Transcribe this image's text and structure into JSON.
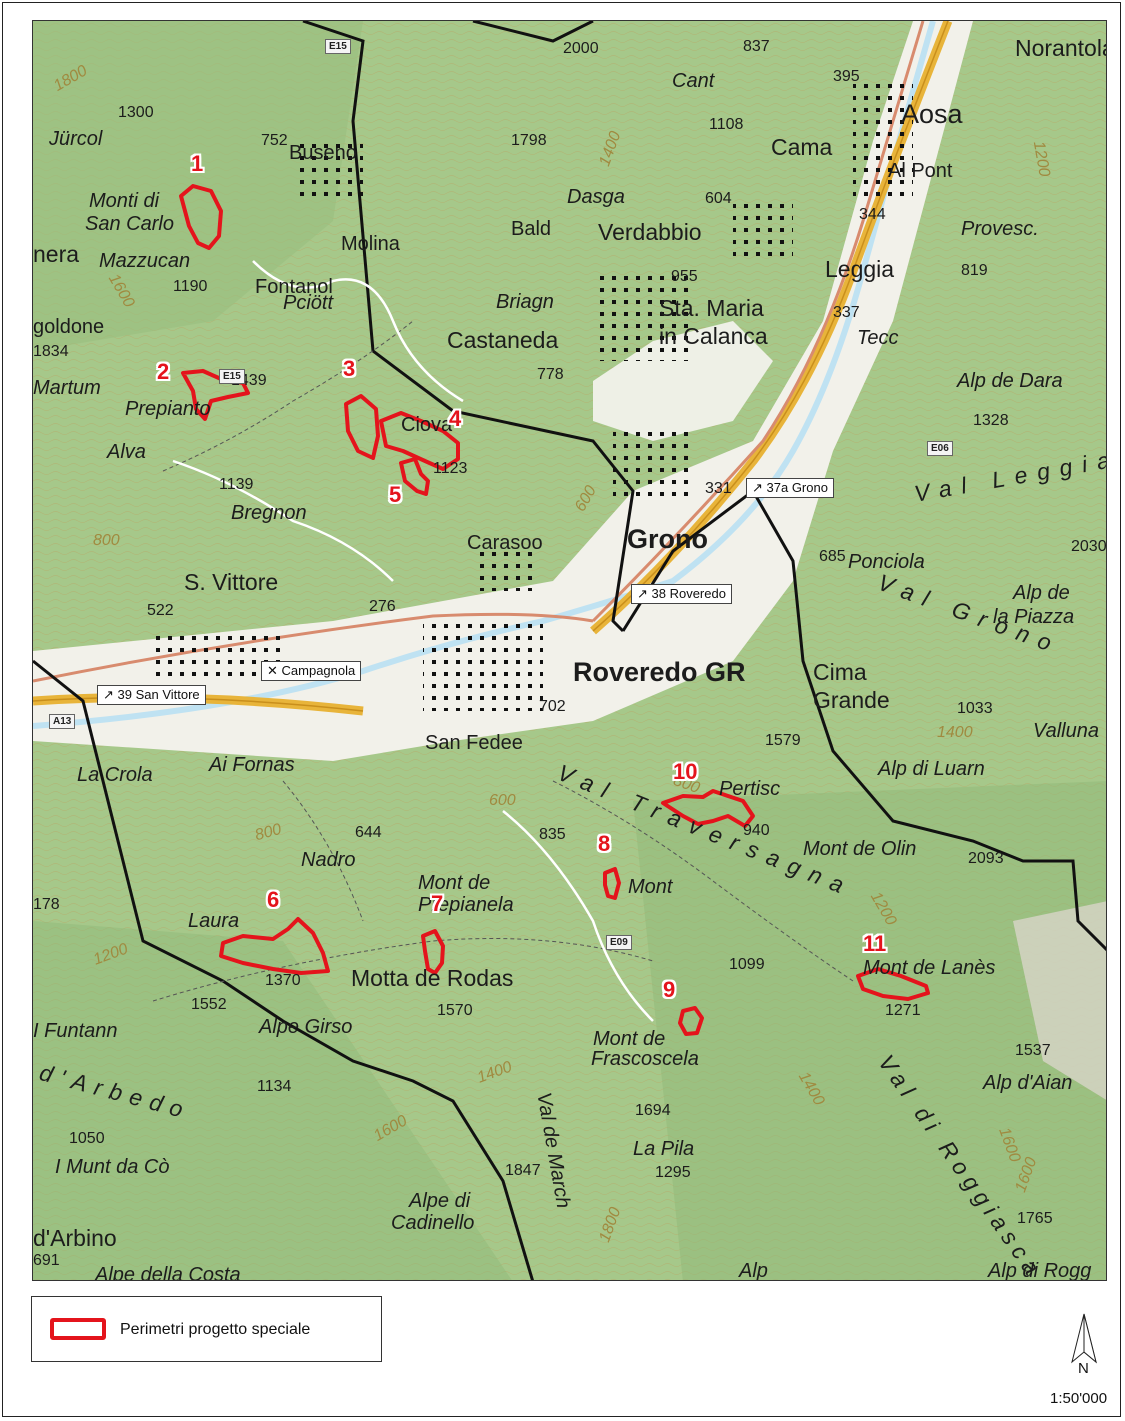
{
  "map": {
    "places": [
      "Norantola",
      "Aosa",
      "Al Pont",
      "Cama",
      "Leggia",
      "Verdabbio",
      "Sta. Maria",
      "in Calanca",
      "Castaneda",
      "Grono",
      "Roveredo GR",
      "S. Vittore",
      "Buseno",
      "Molina",
      "Fontanol",
      "Carasoo",
      "San Fedee",
      "Cima",
      "Grande",
      "Motta de Rodas",
      "d'Arbino",
      "Provesc.",
      "Tecc"
    ],
    "localities": [
      "Jürcol",
      "Monti di",
      "San Carlo",
      "Mazzucan",
      "Martum",
      "Prepianto",
      "Alva",
      "Bregnon",
      "Pciött",
      "Briagn",
      "Bald",
      "Dasga",
      "Cant",
      "Ponciola",
      "Alp de",
      "la Piazza",
      "Valluna",
      "Alp di Luarn",
      "Pertisc",
      "Mont de Olin",
      "Mont",
      "Mont de",
      "Prepianela",
      "Nadro",
      "Laura",
      "Alpe Girso",
      "Mont de Lanès",
      "Mont de",
      "Frascoscela",
      "Alp d'Aian",
      "La Pila",
      "Alpe di",
      "Cadinello",
      "Alp di Rogg",
      "Alpe della Costa",
      "I Munt da Cò",
      "I Funtann",
      "La Crola",
      "Ai Fornas",
      "Alp de Dara",
      "Alp",
      "Val de March",
      "goldone",
      "nera",
      "Ciova",
      "Campagnola"
    ],
    "elevations": [
      "2000",
      "837",
      "395",
      "1300",
      "752",
      "1798",
      "1108",
      "604",
      "344",
      "819",
      "1190",
      "955",
      "337",
      "1834",
      "1439",
      "778",
      "1328",
      "1139",
      "1123",
      "331",
      "2030",
      "522",
      "276",
      "685",
      "702",
      "1033",
      "1579",
      "644",
      "835",
      "940",
      "2093",
      "178",
      "1370",
      "1570",
      "1099",
      "1271",
      "1552",
      "1537",
      "1134",
      "1694",
      "1050",
      "1295",
      "1847",
      "1765",
      "691"
    ],
    "contours": [
      "1800",
      "1600",
      "1400",
      "1200",
      "800",
      "600",
      "1400",
      "1600",
      "1800",
      "1200",
      "1400",
      "1600",
      "800",
      "600",
      "1200",
      "1400",
      "1600",
      "800"
    ],
    "valleys": [
      "Val Leggia",
      "Val Grono",
      "Val Traversagna",
      "Val di Roggiasca",
      "d'Arbedo"
    ],
    "road_labels": [
      "E15",
      "E15",
      "E06",
      "E09",
      "A13"
    ],
    "exits": [
      "37a Grono",
      "38 Roveredo",
      "39 San Vittore"
    ],
    "special_area_numbers": [
      "1",
      "2",
      "3",
      "4",
      "5",
      "6",
      "7",
      "8",
      "9",
      "10",
      "11"
    ],
    "colors": {
      "perimeter": "#e4141c",
      "forest": "#a6c88a",
      "forest_dark": "#8fb878",
      "valley": "#f2f1ea",
      "highway": "#e8b43a",
      "border": "#111111",
      "water": "#bfe2f2"
    }
  },
  "legend": {
    "label": "Perimetri progetto speciale"
  },
  "north": {
    "letter": "N",
    "icon": "north-arrow-icon"
  },
  "scale": {
    "text": "1:50'000"
  }
}
